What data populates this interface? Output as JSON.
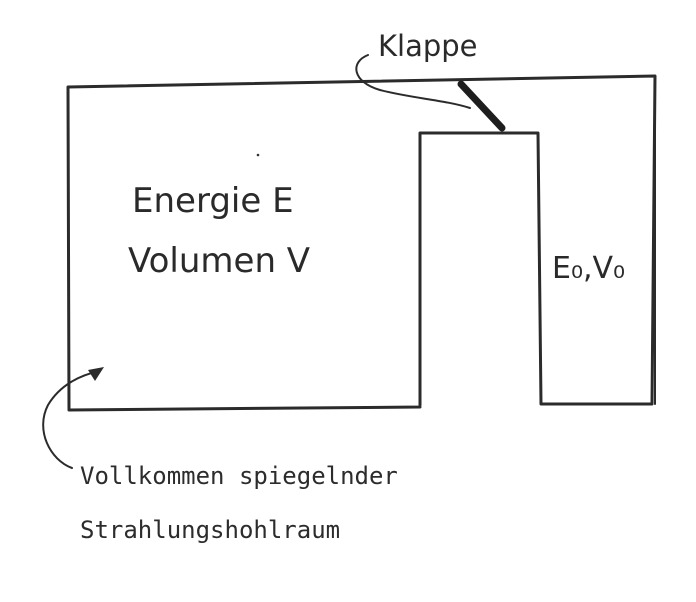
{
  "diagram": {
    "label_flap": "Klappe",
    "label_energy": "Energie E",
    "label_volume": "Volumen V",
    "label_small_chamber": "E₀,V₀",
    "caption_line1": "Vollkommen spiegelnder",
    "caption_line2": "Strahlungshohlraum"
  }
}
